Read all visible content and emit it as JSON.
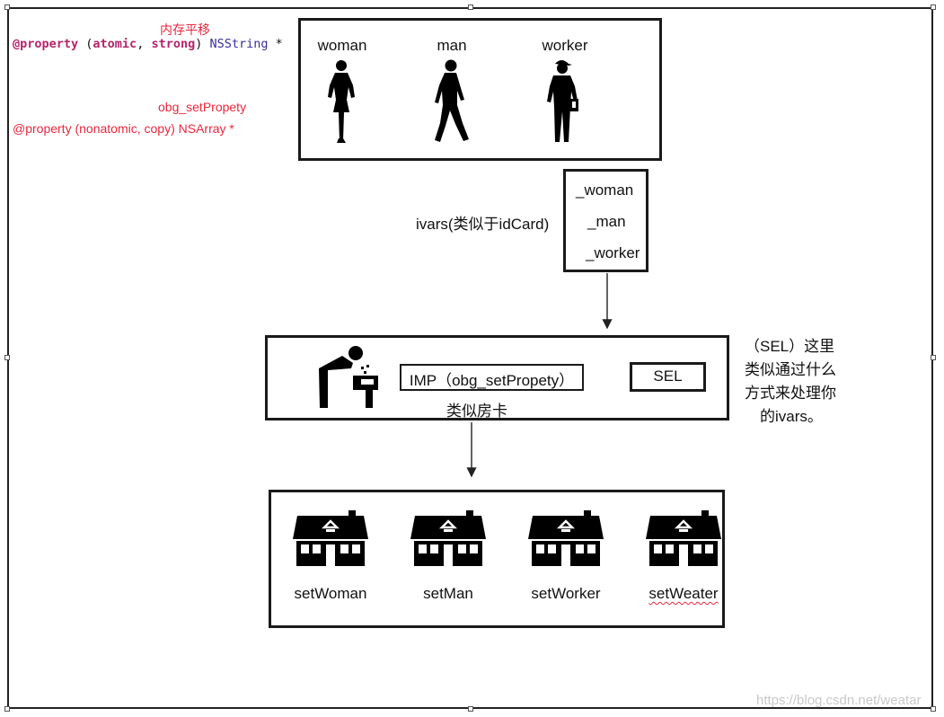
{
  "annotations": {
    "memory_offset": "内存平移",
    "setter_name": "obg_setPropety",
    "property_nonatomic": "@property (nonatomic, copy) NSArray *"
  },
  "code_line": {
    "at_property": "@property",
    "open_paren": " (",
    "atomic": "atomic",
    "comma": ", ",
    "strong": "strong",
    "close_paren": ") ",
    "type": "NSString",
    "star": " *"
  },
  "people": [
    {
      "label": "woman",
      "icon": "woman-icon"
    },
    {
      "label": "man",
      "icon": "man-icon"
    },
    {
      "label": "worker",
      "icon": "worker-icon"
    }
  ],
  "ivars": {
    "caption": "ivars(类似于idCard)",
    "items": [
      "_woman",
      "_man",
      "_worker"
    ]
  },
  "imp_box": {
    "imp_label": "IMP（obg_setPropety）",
    "sel_label": "SEL",
    "caption": "类似房卡",
    "icon": "drinking-fountain-icon"
  },
  "sel_note": [
    "（SEL）这里",
    "类似通过什么",
    "方式来处理你",
    "的ivars。"
  ],
  "houses": [
    {
      "label": "setWoman",
      "icon": "house-icon"
    },
    {
      "label": "setMan",
      "icon": "house-icon"
    },
    {
      "label": "setWorker",
      "icon": "house-icon"
    },
    {
      "label": "setWeater",
      "icon": "house-icon"
    }
  ],
  "watermark": "https://blog.csdn.net/weatar"
}
